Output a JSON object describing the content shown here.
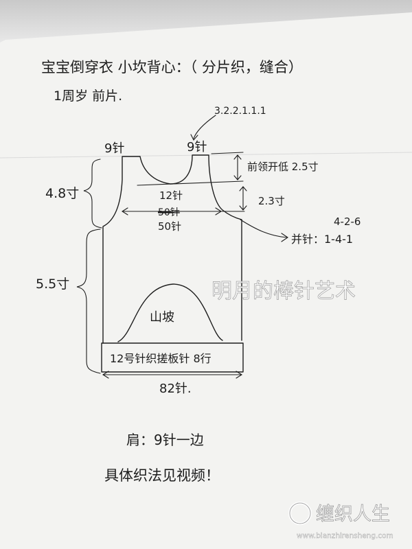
{
  "title": "宝宝倒穿衣 小坎背心：（ 分片织，缝合）",
  "subtitle": "1周岁 前片.",
  "neck_decrease": "3.2.2.1.1.1",
  "strap_left": "9针",
  "strap_right": "9针",
  "front_neck_drop": "前领开低 2.5寸",
  "armhole_height": "2.3寸",
  "upper_height": "4.8寸",
  "lower_height": "5.5寸",
  "chest_stitches_top": "12针",
  "chest_stitches_struck": "50针",
  "chest_stitches_bottom": "50针",
  "armhole_decrease_note": "4-2-6",
  "armhole_decrease": "并针：1-4-1",
  "pattern_label": "山坡",
  "hem_label": "12号针织搓板针 8行",
  "bottom_stitches": "82针.",
  "shoulder_note": "肩：9针一边",
  "video_note": "具体织法见视频！",
  "watermark": "明月的棒针艺术",
  "logo_text": "缠织人生",
  "logo_url": "www.bianzhirensheng.com",
  "colors": {
    "ink": "#1d1d1d",
    "paper": "#f2f2f0",
    "watermark": "#ffffff"
  }
}
